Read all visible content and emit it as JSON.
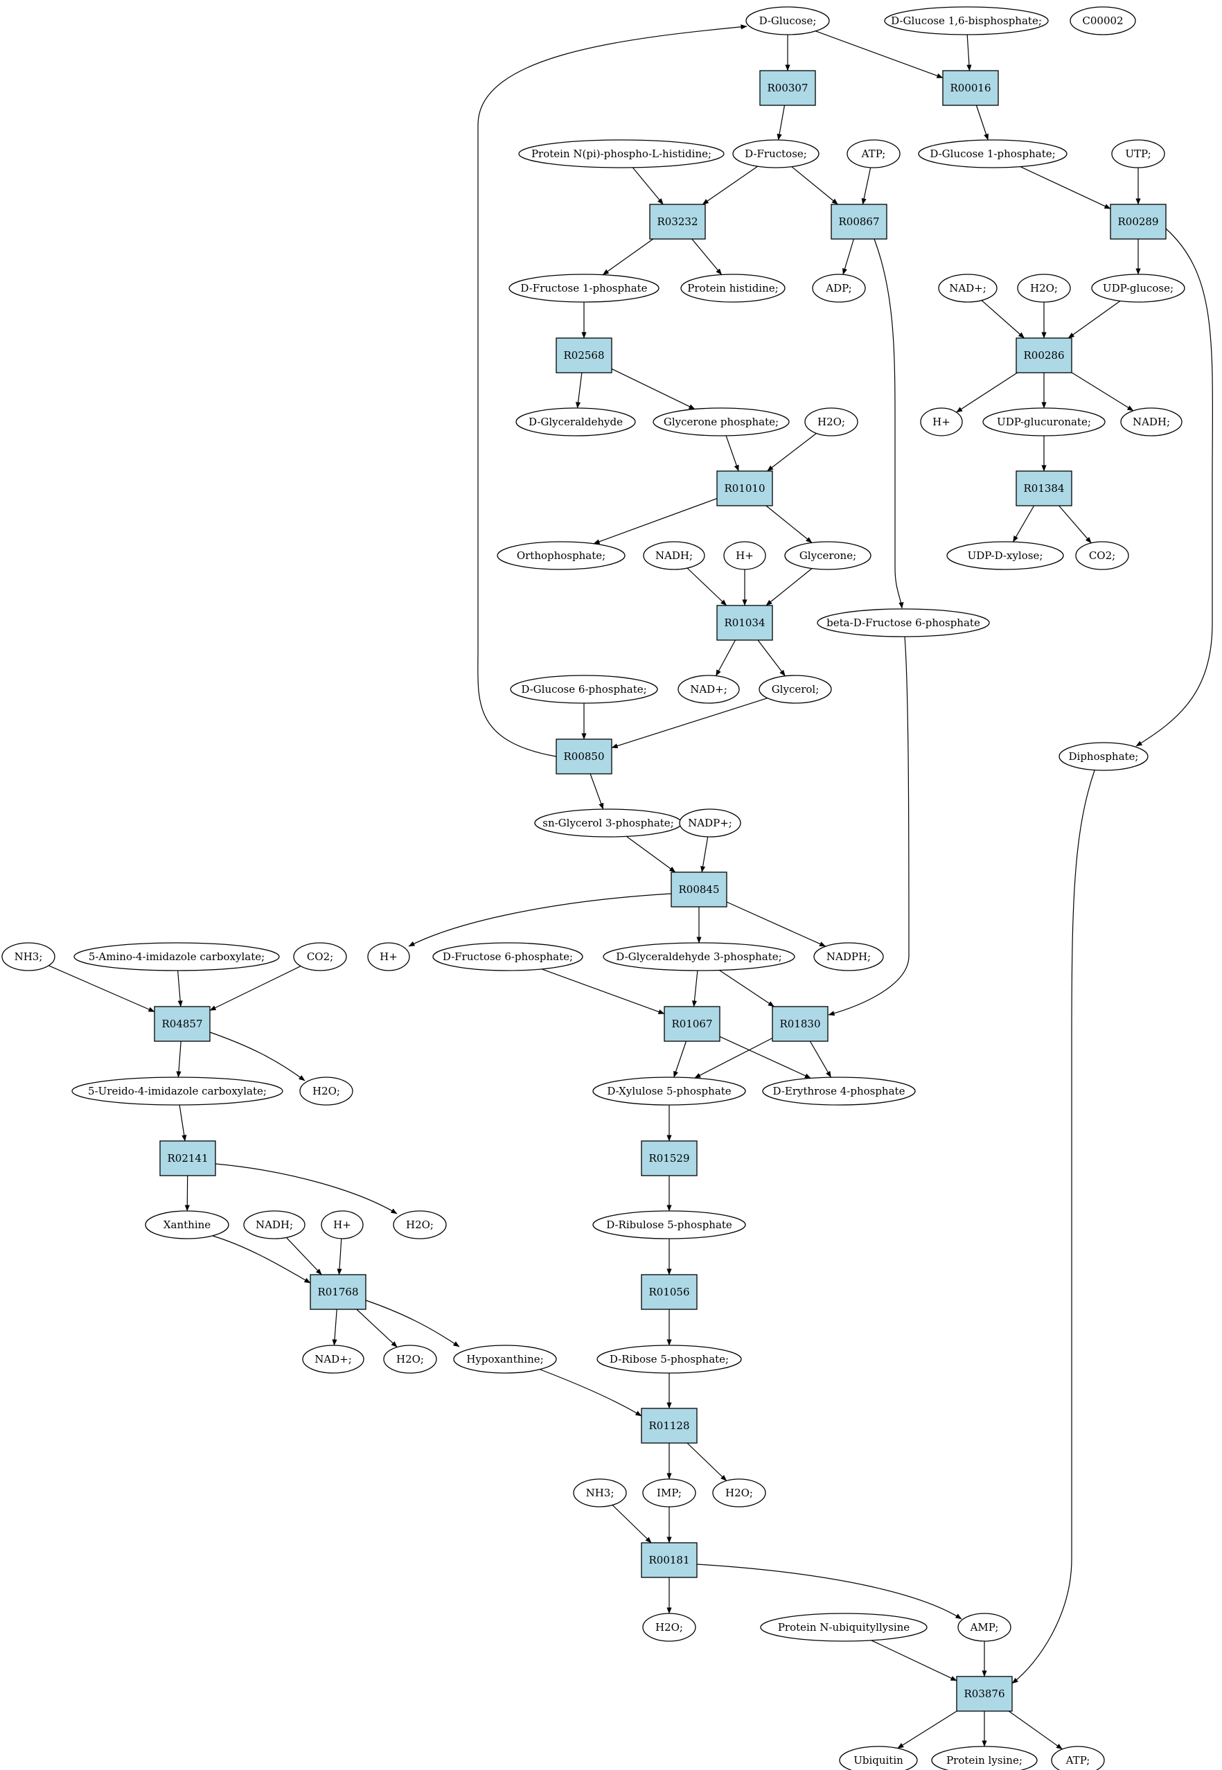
{
  "colors": {
    "reaction_fill": "#add8e6",
    "metabolite_fill": "#ffffff",
    "start_fill": "#00ee00",
    "highlight_fill": "#ffff00"
  },
  "nodes": {
    "glucose": {
      "label": "D-Glucose;",
      "kind": "start"
    },
    "glc16bp": {
      "label": "D-Glucose 1,6-bisphosphate;"
    },
    "c00002": {
      "label": "C00002",
      "kind": "highlight"
    },
    "R00307": {
      "label": "R00307",
      "kind": "reaction"
    },
    "R00016": {
      "label": "R00016",
      "kind": "reaction"
    },
    "protnpi": {
      "label": "Protein N(pi)-phospho-L-histidine;"
    },
    "fructose": {
      "label": "D-Fructose;"
    },
    "atp1": {
      "label": "ATP;"
    },
    "glc1p": {
      "label": "D-Glucose 1-phosphate;"
    },
    "utp": {
      "label": "UTP;"
    },
    "R03232": {
      "label": "R03232",
      "kind": "reaction"
    },
    "R00867": {
      "label": "R00867",
      "kind": "reaction"
    },
    "R00289": {
      "label": "R00289",
      "kind": "reaction"
    },
    "fru1p": {
      "label": "D-Fructose 1-phosphate"
    },
    "prothis": {
      "label": "Protein histidine;"
    },
    "adp": {
      "label": "ADP;"
    },
    "nadp_plus1": {
      "label": "NAD+;"
    },
    "h2o1": {
      "label": "H2O;"
    },
    "udpglc": {
      "label": "UDP-glucose;"
    },
    "R02568": {
      "label": "R02568",
      "kind": "reaction"
    },
    "R00286": {
      "label": "R00286",
      "kind": "reaction"
    },
    "glyald": {
      "label": "D-Glyceraldehyde"
    },
    "glyconep": {
      "label": "Glycerone phosphate;"
    },
    "h2o2": {
      "label": "H2O;"
    },
    "hplus1": {
      "label": "H+"
    },
    "udpglcur": {
      "label": "UDP-glucuronate;"
    },
    "nadh1": {
      "label": "NADH;"
    },
    "R01010": {
      "label": "R01010",
      "kind": "reaction"
    },
    "R01384": {
      "label": "R01384",
      "kind": "reaction"
    },
    "ortho": {
      "label": "Orthophosphate;"
    },
    "nadh2": {
      "label": "NADH;"
    },
    "hplus2": {
      "label": "H+"
    },
    "glycerone": {
      "label": "Glycerone;"
    },
    "udpxyl": {
      "label": "UDP-D-xylose;"
    },
    "co2a": {
      "label": "CO2;"
    },
    "R01034": {
      "label": "R01034",
      "kind": "reaction"
    },
    "bfru6p": {
      "label": "beta-D-Fructose 6-phosphate"
    },
    "glc6p": {
      "label": "D-Glucose 6-phosphate;"
    },
    "nadplus2": {
      "label": "NAD+;"
    },
    "glycerol": {
      "label": "Glycerol;"
    },
    "R00850": {
      "label": "R00850",
      "kind": "reaction"
    },
    "diphos": {
      "label": "Diphosphate;"
    },
    "snglyc3p": {
      "label": "sn-Glycerol 3-phosphate;"
    },
    "nadpplus": {
      "label": "NADP+;"
    },
    "R00845": {
      "label": "R00845",
      "kind": "reaction"
    },
    "nh3a": {
      "label": "NH3;"
    },
    "aica": {
      "label": "5-Amino-4-imidazole carboxylate;"
    },
    "co2b": {
      "label": "CO2;"
    },
    "hplus3": {
      "label": "H+"
    },
    "fru6p": {
      "label": "D-Fructose 6-phosphate;"
    },
    "g3p": {
      "label": "D-Glyceraldehyde 3-phosphate;"
    },
    "nadph": {
      "label": "NADPH;"
    },
    "R04857": {
      "label": "R04857",
      "kind": "reaction"
    },
    "R01067": {
      "label": "R01067",
      "kind": "reaction"
    },
    "R01830": {
      "label": "R01830",
      "kind": "reaction"
    },
    "uica": {
      "label": "5-Ureido-4-imidazole carboxylate;"
    },
    "h2o3": {
      "label": "H2O;"
    },
    "xu5p": {
      "label": "D-Xylulose 5-phosphate"
    },
    "e4p": {
      "label": "D-Erythrose 4-phosphate"
    },
    "R02141": {
      "label": "R02141",
      "kind": "reaction"
    },
    "R01529": {
      "label": "R01529",
      "kind": "reaction"
    },
    "xanthine": {
      "label": "Xanthine"
    },
    "nadh3": {
      "label": "NADH;"
    },
    "hplus4": {
      "label": "H+"
    },
    "h2o4": {
      "label": "H2O;"
    },
    "ru5p": {
      "label": "D-Ribulose 5-phosphate"
    },
    "R01768": {
      "label": "R01768",
      "kind": "reaction"
    },
    "R01056": {
      "label": "R01056",
      "kind": "reaction"
    },
    "nadplus3": {
      "label": "NAD+;"
    },
    "h2o5": {
      "label": "H2O;"
    },
    "hypox": {
      "label": "Hypoxanthine;"
    },
    "r5p": {
      "label": "D-Ribose 5-phosphate;"
    },
    "R01128": {
      "label": "R01128",
      "kind": "reaction"
    },
    "nh3b": {
      "label": "NH3;"
    },
    "imp": {
      "label": "IMP;"
    },
    "h2o6": {
      "label": "H2O;"
    },
    "R00181": {
      "label": "R00181",
      "kind": "reaction"
    },
    "h2o7": {
      "label": "H2O;"
    },
    "protubq": {
      "label": "Protein N-ubiquityllysine"
    },
    "amp": {
      "label": "AMP;"
    },
    "R03876": {
      "label": "R03876",
      "kind": "reaction"
    },
    "ubiquitin": {
      "label": "Ubiquitin"
    },
    "protlys": {
      "label": "Protein lysine;"
    },
    "atp2": {
      "label": "ATP;"
    }
  },
  "edges": [
    [
      "glucose",
      "R00307"
    ],
    [
      "glucose",
      "R00016"
    ],
    [
      "glc16bp",
      "R00016"
    ],
    [
      "R00307",
      "fructose"
    ],
    [
      "R00016",
      "glc1p"
    ],
    [
      "protnpi",
      "R03232"
    ],
    [
      "fructose",
      "R03232"
    ],
    [
      "fructose",
      "R00867"
    ],
    [
      "atp1",
      "R00867"
    ],
    [
      "glc1p",
      "R00289"
    ],
    [
      "utp",
      "R00289"
    ],
    [
      "R03232",
      "fru1p"
    ],
    [
      "R03232",
      "prothis"
    ],
    [
      "R00867",
      "adp"
    ],
    [
      "R00867",
      "bfru6p"
    ],
    [
      "R00289",
      "udpglc"
    ],
    [
      "R00289",
      "diphos"
    ],
    [
      "nadp_plus1",
      "R00286"
    ],
    [
      "h2o1",
      "R00286"
    ],
    [
      "udpglc",
      "R00286"
    ],
    [
      "fru1p",
      "R02568"
    ],
    [
      "R02568",
      "glyald"
    ],
    [
      "R02568",
      "glyconep"
    ],
    [
      "R00286",
      "hplus1"
    ],
    [
      "R00286",
      "udpglcur"
    ],
    [
      "R00286",
      "nadh1"
    ],
    [
      "glyconep",
      "R01010"
    ],
    [
      "h2o2",
      "R01010"
    ],
    [
      "udpglcur",
      "R01384"
    ],
    [
      "R01010",
      "ortho"
    ],
    [
      "R01010",
      "glycerone"
    ],
    [
      "R01384",
      "udpxyl"
    ],
    [
      "R01384",
      "co2a"
    ],
    [
      "nadh2",
      "R01034"
    ],
    [
      "hplus2",
      "R01034"
    ],
    [
      "glycerone",
      "R01034"
    ],
    [
      "R01034",
      "nadplus2"
    ],
    [
      "R01034",
      "glycerol"
    ],
    [
      "glc6p",
      "R00850"
    ],
    [
      "glycerol",
      "R00850"
    ],
    [
      "R00850",
      "glucose"
    ],
    [
      "R00850",
      "snglyc3p"
    ],
    [
      "snglyc3p",
      "R00845"
    ],
    [
      "nadpplus",
      "R00845"
    ],
    [
      "R00845",
      "hplus3"
    ],
    [
      "R00845",
      "g3p"
    ],
    [
      "R00845",
      "nadph"
    ],
    [
      "nh3a",
      "R04857"
    ],
    [
      "aica",
      "R04857"
    ],
    [
      "co2b",
      "R04857"
    ],
    [
      "fru6p",
      "R01067"
    ],
    [
      "g3p",
      "R01067"
    ],
    [
      "g3p",
      "R01830"
    ],
    [
      "bfru6p",
      "R01830"
    ],
    [
      "R04857",
      "uica"
    ],
    [
      "R04857",
      "h2o3"
    ],
    [
      "R01067",
      "xu5p"
    ],
    [
      "R01067",
      "e4p"
    ],
    [
      "R01830",
      "xu5p"
    ],
    [
      "R01830",
      "e4p"
    ],
    [
      "uica",
      "R02141"
    ],
    [
      "xu5p",
      "R01529"
    ],
    [
      "R02141",
      "xanthine"
    ],
    [
      "R02141",
      "h2o4"
    ],
    [
      "R01529",
      "ru5p"
    ],
    [
      "xanthine",
      "R01768"
    ],
    [
      "nadh3",
      "R01768"
    ],
    [
      "hplus4",
      "R01768"
    ],
    [
      "ru5p",
      "R01056"
    ],
    [
      "R01768",
      "nadplus3"
    ],
    [
      "R01768",
      "h2o5"
    ],
    [
      "R01768",
      "hypox"
    ],
    [
      "R01056",
      "r5p"
    ],
    [
      "hypox",
      "R01128"
    ],
    [
      "r5p",
      "R01128"
    ],
    [
      "R01128",
      "imp"
    ],
    [
      "R01128",
      "h2o6"
    ],
    [
      "nh3b",
      "R00181"
    ],
    [
      "imp",
      "R00181"
    ],
    [
      "R00181",
      "h2o7"
    ],
    [
      "R00181",
      "amp"
    ],
    [
      "protubq",
      "R03876"
    ],
    [
      "amp",
      "R03876"
    ],
    [
      "diphos",
      "R03876"
    ],
    [
      "R03876",
      "ubiquitin"
    ],
    [
      "R03876",
      "protlys"
    ],
    [
      "R03876",
      "atp2"
    ]
  ]
}
